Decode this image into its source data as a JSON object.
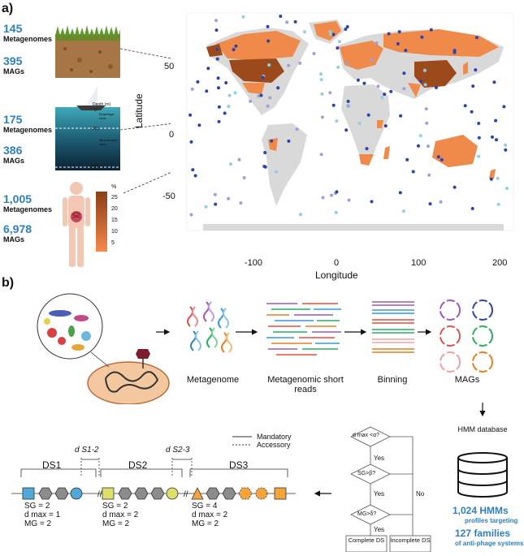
{
  "panel_a": {
    "letter": "a)",
    "soil": {
      "metagenomes_count": "145",
      "metagenomes_label": "Metagenomes",
      "mags_count": "395",
      "mags_label": "MAGs"
    },
    "ocean": {
      "metagenomes_count": "175",
      "metagenomes_label": "Metagenomes",
      "mags_count": "386",
      "mags_label": "MAGs",
      "depth_title": "Depth (m)",
      "depth_ticks": [
        "0",
        "-200",
        "-1000"
      ],
      "zone_upper": "Epipelagic zone",
      "zone_lower": "Mesopelagic zone"
    },
    "human": {
      "metagenomes_count": "1,005",
      "metagenomes_label": "Metagenomes",
      "mags_count": "6,978",
      "mags_label": "MAGs",
      "scale_unit": "%",
      "scale_ticks": [
        "25",
        "20",
        "15",
        "10",
        "5"
      ]
    },
    "map": {
      "xlabel": "Longitude",
      "ylabel": "Latitude",
      "xticks": [
        "-100",
        "0",
        "100",
        "200"
      ],
      "yticks": [
        "50",
        "0",
        "-50"
      ],
      "colors": {
        "land": "#d9d9d9",
        "light_country": "#f08a4b",
        "dark_country": "#9c4a1c",
        "deep_point": "#2c44a8",
        "light_point": "#9aa3d6",
        "cyan_point": "#8fd0e0"
      }
    }
  },
  "panel_b": {
    "letter": "b)",
    "steps": [
      "Metagenome",
      "Metagenomic short reads",
      "Binning",
      "MAGs"
    ],
    "hmm_db": "HMM database",
    "hmm_count": "1,024 HMMs",
    "hmm_count_sub": "profiles targeting",
    "families": "127 families",
    "families_sub": "of anti-phage systems",
    "decisions": [
      "d max <α?",
      "SG>β?",
      "MG>δ?"
    ],
    "yes": "Yes",
    "no": "No",
    "outcomes": [
      "Complete DS",
      "Incomplete DS"
    ],
    "legend": {
      "mandatory": "Mandatory",
      "accessory": "Accessory"
    },
    "systems": [
      "DS1",
      "DS2",
      "DS3"
    ],
    "gaps": [
      "d S1-2",
      "d S2-3"
    ],
    "stats": [
      [
        "SG = 2",
        "d max = 1",
        "MG = 2"
      ],
      [
        "SG = 2",
        "d max = 2",
        "MG = 2"
      ],
      [
        "SG = 4",
        "d max = 2",
        "MG = 2"
      ]
    ],
    "colors": {
      "blue": "#4fa8d8",
      "yellow": "#dede6a",
      "orange": "#f4a43a",
      "grey": "#8c8c8c"
    }
  }
}
